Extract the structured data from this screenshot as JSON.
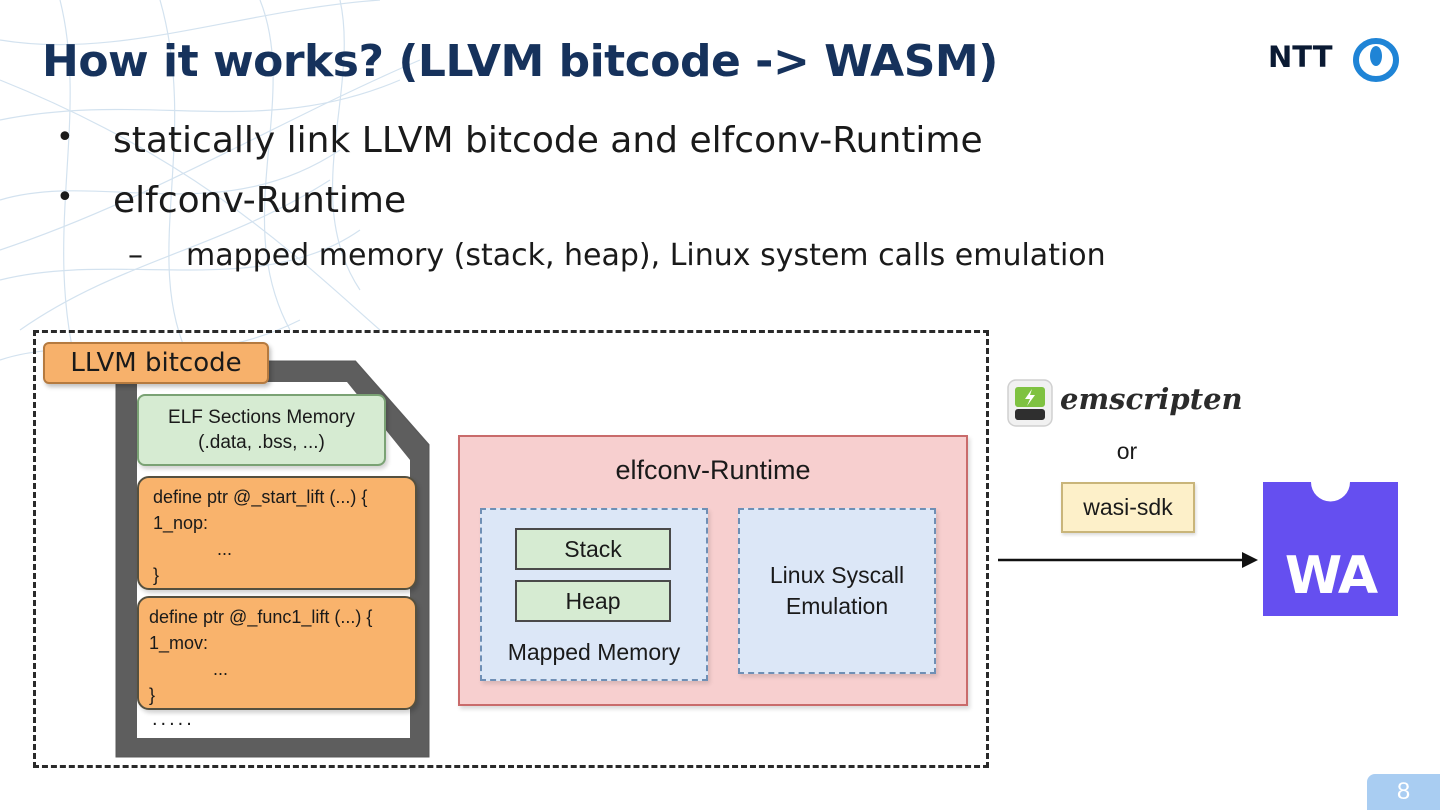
{
  "slide": {
    "title": "How it works? (LLVM bitcode -> WASM)",
    "logo_text": "NTT",
    "page_number": "8"
  },
  "bullets": [
    {
      "level": 1,
      "text": "statically link LLVM bitcode and elfconv-Runtime"
    },
    {
      "level": 1,
      "text": "elfconv-Runtime"
    },
    {
      "level": 2,
      "text": "mapped memory (stack, heap), Linux system calls emulation"
    }
  ],
  "diagram": {
    "llvm_bitcode_label": "LLVM bitcode",
    "elf_sections": {
      "line1": "ELF Sections Memory",
      "line2": "(.data, .bss, ...)"
    },
    "code_block_1": {
      "line1": "define ptr @_start_lift (...) {",
      "line2": "1_nop:",
      "line3": "...",
      "line4": "}"
    },
    "code_block_2": {
      "line1": "define ptr @_func1_lift (...) {",
      "line2": "1_mov:",
      "line3": "...",
      "line4": "}"
    },
    "more_dots": ".....",
    "runtime": {
      "title": "elfconv-Runtime",
      "stack": "Stack",
      "heap": "Heap",
      "mapped_memory": "Mapped Memory",
      "syscall_line1": "Linux Syscall",
      "syscall_line2": "Emulation"
    },
    "toolchain": {
      "emscripten": "emscripten",
      "or": "or",
      "wasi_sdk": "wasi-sdk"
    },
    "wasm_logo_text": "WA",
    "colors": {
      "title": "#16325c",
      "orange": "#f9b36c",
      "green": "#d6ebd2",
      "runtime_fill": "#f7cfcf",
      "mapped_fill": "#dce7f7",
      "wasm_purple": "#654ff0"
    }
  }
}
